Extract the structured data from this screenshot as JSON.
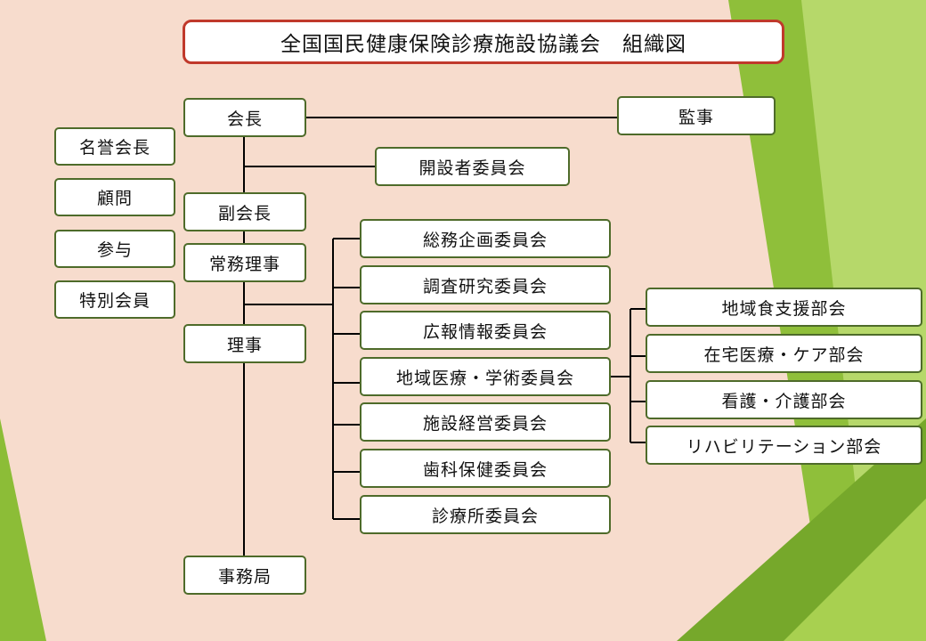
{
  "title": "全国国民健康保険診療施設協議会　組織図",
  "colors": {
    "background": "#f7dccd",
    "title_border": "#c0392b",
    "box_border": "#4e6b2a",
    "connector": "#000000",
    "green_dark": "#6e9a2a",
    "green_light": "#9cc83e"
  },
  "main_chain": {
    "president": "会長",
    "vice_president": "副会長",
    "executive_directors": "常務理事",
    "directors": "理事",
    "secretariat": "事務局"
  },
  "auditor": "監事",
  "founders_committee": "開設者委員会",
  "honorary_positions": [
    "名誉会長",
    "顧問",
    "参与",
    "特別会員"
  ],
  "committees": [
    "総務企画委員会",
    "調査研究委員会",
    "広報情報委員会",
    "地域医療・学術委員会",
    "施設経営委員会",
    "歯科保健委員会",
    "診療所委員会"
  ],
  "subcommittees": [
    "地域食支援部会",
    "在宅医療・ケア部会",
    "看護・介護部会",
    "リハビリテーション部会"
  ]
}
